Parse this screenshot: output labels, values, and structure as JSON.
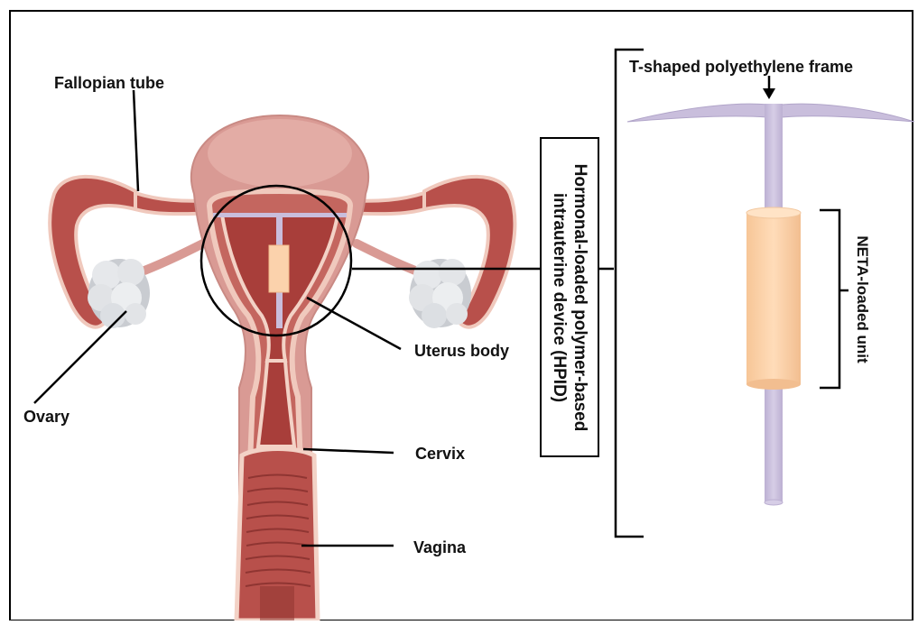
{
  "labels": {
    "fallopian_tube": "Fallopian tube",
    "ovary": "Ovary",
    "uterus_body": "Uterus body",
    "cervix": "Cervix",
    "vagina": "Vagina",
    "frame": "T-shaped polyethylene frame",
    "device_title": "Hormonal-loaded polymer-based intrauterine device (HPID)",
    "neta_unit": "NETA-loaded unit"
  },
  "colors": {
    "uterus_outer": "#d99a94",
    "uterus_mid": "#c4665f",
    "uterus_inner": "#a83e3a",
    "lining_pale": "#f3d2c6",
    "ovary": "#dfe2e6",
    "iud_frame": "#c9bedc",
    "neta_unit": "#fbd2ac"
  }
}
